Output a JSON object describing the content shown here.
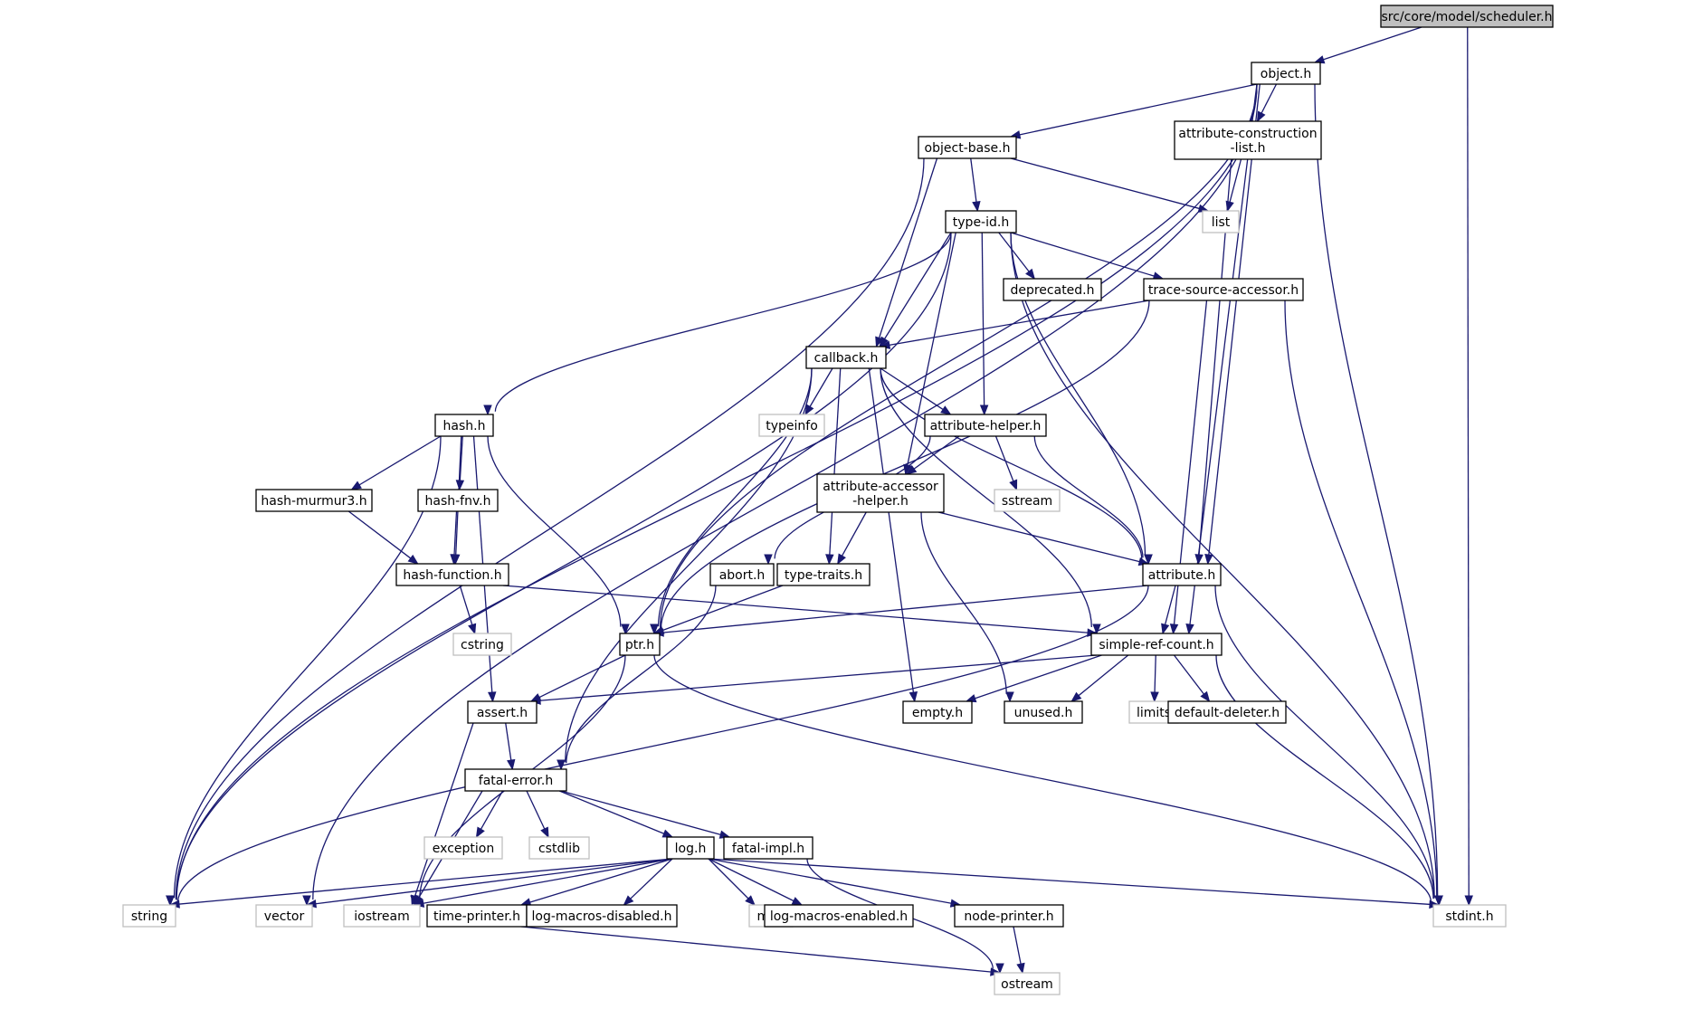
{
  "diagram": {
    "title": "src/core/model/scheduler.h",
    "colors": {
      "edge": "#191970",
      "root_fill": "#bfbfbf",
      "system_border": "#bfbfbf",
      "node_border": "#000000"
    },
    "nodes": [
      {
        "id": "scheduler",
        "lines": [
          "src/core/model/scheduler.h"
        ],
        "style": "root"
      },
      {
        "id": "object",
        "lines": [
          "object.h"
        ],
        "style": "project"
      },
      {
        "id": "object-base",
        "lines": [
          "object-base.h"
        ],
        "style": "project"
      },
      {
        "id": "attr-constr",
        "lines": [
          "attribute-construction",
          "-list.h"
        ],
        "style": "project"
      },
      {
        "id": "list",
        "lines": [
          "list"
        ],
        "style": "system"
      },
      {
        "id": "type-id",
        "lines": [
          "type-id.h"
        ],
        "style": "project"
      },
      {
        "id": "deprecated",
        "lines": [
          "deprecated.h"
        ],
        "style": "project"
      },
      {
        "id": "trace-src",
        "lines": [
          "trace-source-accessor.h"
        ],
        "style": "project"
      },
      {
        "id": "callback",
        "lines": [
          "callback.h"
        ],
        "style": "project"
      },
      {
        "id": "typeinfo",
        "lines": [
          "typeinfo"
        ],
        "style": "system"
      },
      {
        "id": "hash",
        "lines": [
          "hash.h"
        ],
        "style": "project"
      },
      {
        "id": "attr-helper",
        "lines": [
          "attribute-helper.h"
        ],
        "style": "project"
      },
      {
        "id": "sstream",
        "lines": [
          "sstream"
        ],
        "style": "system"
      },
      {
        "id": "hash-murmur3",
        "lines": [
          "hash-murmur3.h"
        ],
        "style": "project"
      },
      {
        "id": "hash-fnv",
        "lines": [
          "hash-fnv.h"
        ],
        "style": "project"
      },
      {
        "id": "attr-accessor",
        "lines": [
          "attribute-accessor",
          "-helper.h"
        ],
        "style": "project"
      },
      {
        "id": "hash-function",
        "lines": [
          "hash-function.h"
        ],
        "style": "project"
      },
      {
        "id": "abort",
        "lines": [
          "abort.h"
        ],
        "style": "project"
      },
      {
        "id": "type-traits",
        "lines": [
          "type-traits.h"
        ],
        "style": "project"
      },
      {
        "id": "attribute",
        "lines": [
          "attribute.h"
        ],
        "style": "project"
      },
      {
        "id": "cstring",
        "lines": [
          "cstring"
        ],
        "style": "system"
      },
      {
        "id": "ptr",
        "lines": [
          "ptr.h"
        ],
        "style": "project"
      },
      {
        "id": "simple-ref",
        "lines": [
          "simple-ref-count.h"
        ],
        "style": "project"
      },
      {
        "id": "assert",
        "lines": [
          "assert.h"
        ],
        "style": "project"
      },
      {
        "id": "empty",
        "lines": [
          "empty.h"
        ],
        "style": "project"
      },
      {
        "id": "unused",
        "lines": [
          "unused.h"
        ],
        "style": "project"
      },
      {
        "id": "limits",
        "lines": [
          "limits"
        ],
        "style": "system"
      },
      {
        "id": "default-deleter",
        "lines": [
          "default-deleter.h"
        ],
        "style": "project"
      },
      {
        "id": "fatal-error",
        "lines": [
          "fatal-error.h"
        ],
        "style": "project"
      },
      {
        "id": "exception",
        "lines": [
          "exception"
        ],
        "style": "system"
      },
      {
        "id": "cstdlib",
        "lines": [
          "cstdlib"
        ],
        "style": "system"
      },
      {
        "id": "log",
        "lines": [
          "log.h"
        ],
        "style": "project"
      },
      {
        "id": "fatal-impl",
        "lines": [
          "fatal-impl.h"
        ],
        "style": "project"
      },
      {
        "id": "string",
        "lines": [
          "string"
        ],
        "style": "system"
      },
      {
        "id": "vector",
        "lines": [
          "vector"
        ],
        "style": "system"
      },
      {
        "id": "iostream",
        "lines": [
          "iostream"
        ],
        "style": "system"
      },
      {
        "id": "time-printer",
        "lines": [
          "time-printer.h"
        ],
        "style": "project"
      },
      {
        "id": "log-macros-dis",
        "lines": [
          "log-macros-disabled.h"
        ],
        "style": "project"
      },
      {
        "id": "map",
        "lines": [
          "map"
        ],
        "style": "system"
      },
      {
        "id": "log-macros-en",
        "lines": [
          "log-macros-enabled.h"
        ],
        "style": "project"
      },
      {
        "id": "node-printer",
        "lines": [
          "node-printer.h"
        ],
        "style": "project"
      },
      {
        "id": "stdint",
        "lines": [
          "stdint.h"
        ],
        "style": "system"
      },
      {
        "id": "ostream",
        "lines": [
          "ostream"
        ],
        "style": "system"
      }
    ],
    "edges": [
      [
        "scheduler",
        "object"
      ],
      [
        "scheduler",
        "stdint"
      ],
      [
        "object",
        "object-base"
      ],
      [
        "object",
        "attr-constr"
      ],
      [
        "object",
        "ptr"
      ],
      [
        "object",
        "attribute"
      ],
      [
        "object",
        "simple-ref"
      ],
      [
        "object",
        "string"
      ],
      [
        "object",
        "vector"
      ],
      [
        "object",
        "stdint"
      ],
      [
        "object-base",
        "type-id"
      ],
      [
        "object-base",
        "list"
      ],
      [
        "object-base",
        "callback"
      ],
      [
        "object-base",
        "string"
      ],
      [
        "attr-constr",
        "list"
      ],
      [
        "attr-constr",
        "attribute"
      ],
      [
        "type-id",
        "deprecated"
      ],
      [
        "type-id",
        "trace-src"
      ],
      [
        "type-id",
        "callback"
      ],
      [
        "type-id",
        "hash"
      ],
      [
        "type-id",
        "attr-helper"
      ],
      [
        "type-id",
        "attr-accessor"
      ],
      [
        "type-id",
        "attribute"
      ],
      [
        "type-id",
        "string"
      ],
      [
        "type-id",
        "stdint"
      ],
      [
        "trace-src",
        "callback"
      ],
      [
        "trace-src",
        "ptr"
      ],
      [
        "trace-src",
        "simple-ref"
      ],
      [
        "trace-src",
        "stdint"
      ],
      [
        "callback",
        "typeinfo"
      ],
      [
        "callback",
        "attr-helper"
      ],
      [
        "callback",
        "ptr"
      ],
      [
        "callback",
        "type-traits"
      ],
      [
        "callback",
        "empty"
      ],
      [
        "callback",
        "attribute"
      ],
      [
        "callback",
        "simple-ref"
      ],
      [
        "callback",
        "fatal-error"
      ],
      [
        "hash",
        "hash-murmur3"
      ],
      [
        "hash",
        "hash-fnv"
      ],
      [
        "hash",
        "hash-function"
      ],
      [
        "hash",
        "ptr"
      ],
      [
        "hash",
        "assert"
      ],
      [
        "hash",
        "string"
      ],
      [
        "hash-murmur3",
        "hash-function"
      ],
      [
        "hash-fnv",
        "hash-function"
      ],
      [
        "hash-function",
        "cstring"
      ],
      [
        "hash-function",
        "simple-ref"
      ],
      [
        "attr-helper",
        "attr-accessor"
      ],
      [
        "attr-helper",
        "sstream"
      ],
      [
        "attr-helper",
        "attribute"
      ],
      [
        "attr-helper",
        "abort"
      ],
      [
        "attr-accessor",
        "type-traits"
      ],
      [
        "attr-accessor",
        "attribute"
      ],
      [
        "attr-accessor",
        "unused"
      ],
      [
        "abort",
        "fatal-error"
      ],
      [
        "type-traits",
        "ptr"
      ],
      [
        "attribute",
        "ptr"
      ],
      [
        "attribute",
        "simple-ref"
      ],
      [
        "attribute",
        "string"
      ],
      [
        "attribute",
        "stdint"
      ],
      [
        "ptr",
        "assert"
      ],
      [
        "ptr",
        "stdint"
      ],
      [
        "ptr",
        "iostream"
      ],
      [
        "simple-ref",
        "assert"
      ],
      [
        "simple-ref",
        "empty"
      ],
      [
        "simple-ref",
        "unused"
      ],
      [
        "simple-ref",
        "limits"
      ],
      [
        "simple-ref",
        "default-deleter"
      ],
      [
        "simple-ref",
        "stdint"
      ],
      [
        "assert",
        "fatal-error"
      ],
      [
        "assert",
        "iostream"
      ],
      [
        "fatal-error",
        "exception"
      ],
      [
        "fatal-error",
        "cstdlib"
      ],
      [
        "fatal-error",
        "log"
      ],
      [
        "fatal-error",
        "fatal-impl"
      ],
      [
        "fatal-error",
        "iostream"
      ],
      [
        "fatal-impl",
        "ostream"
      ],
      [
        "log",
        "string"
      ],
      [
        "log",
        "vector"
      ],
      [
        "log",
        "iostream"
      ],
      [
        "log",
        "time-printer"
      ],
      [
        "log",
        "log-macros-dis"
      ],
      [
        "log",
        "map"
      ],
      [
        "log",
        "log-macros-en"
      ],
      [
        "log",
        "node-printer"
      ],
      [
        "log",
        "stdint"
      ],
      [
        "time-printer",
        "ostream"
      ],
      [
        "node-printer",
        "ostream"
      ]
    ]
  }
}
